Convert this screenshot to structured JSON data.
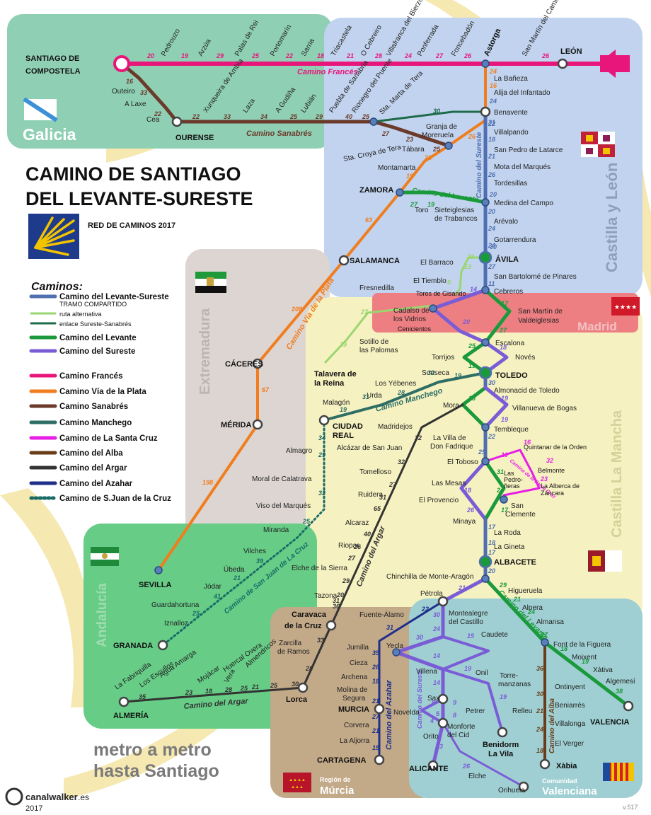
{
  "title": {
    "line1": "CAMINO DE SANTIAGO",
    "line2": "DEL LEVANTE-SURESTE",
    "subtitle": "RED DE CAMINOS 2017"
  },
  "slogan": {
    "line1": "metro  a  metro",
    "line2": "hasta Santiago"
  },
  "credits": {
    "brand": "canalwalker",
    "domain": ".es",
    "year": "2017",
    "version": "v.517"
  },
  "colors": {
    "levante_sureste": "#4f6fb0",
    "levante": "#1a9a3a",
    "sureste": "#7a5cd6",
    "alt": "#9ad66f",
    "enlace": "#1d6b48",
    "frances": "#e8157a",
    "plata": "#f07d1e",
    "sanabres": "#6b3a2a",
    "manchego": "#2d6e66",
    "santacruz": "#e61ee6",
    "alba": "#6a3d1a",
    "argar": "#333333",
    "azahar": "#1f2f8a",
    "sanjuan": "#1a6b66"
  },
  "regions": {
    "galicia": "Galicia",
    "castilla_leon": "Castilla y León",
    "extremadura": "Extremadura",
    "madrid": "Madrid",
    "castilla_mancha": "Castilla La Mancha",
    "andalucia": "Andalucía",
    "murcia_1": "Región de",
    "murcia_2": "Múrcia",
    "valenciana_1": "Comunidad",
    "valenciana_2": "Valenciana"
  },
  "legend": {
    "heading": "Caminos:",
    "items": [
      {
        "label": "Camino del Levante-Sureste",
        "sub": "TRAMO COMPARTIDO",
        "kind": "levante_sureste"
      },
      {
        "label": "ruta alternativa",
        "kind": "alt",
        "small": true
      },
      {
        "label": "enlace Sureste-Sanabrés",
        "kind": "enlace",
        "small": true
      },
      {
        "label": "Camino del Levante",
        "kind": "levante"
      },
      {
        "label": "Camino del Sureste",
        "kind": "sureste"
      },
      {
        "label": "Camino Francés",
        "kind": "frances"
      },
      {
        "label": "Camino Vía de la Plata",
        "kind": "plata"
      },
      {
        "label": "Camino Sanabrés",
        "kind": "sanabres"
      },
      {
        "label": "Camino Manchego",
        "kind": "manchego"
      },
      {
        "label": "Camino de La Santa Cruz",
        "kind": "santacruz"
      },
      {
        "label": "Camino del Alba",
        "kind": "alba"
      },
      {
        "label": "Camino del Argar",
        "kind": "argar"
      },
      {
        "label": "Camino del Azahar",
        "kind": "azahar"
      },
      {
        "label": "Camino de S.Juan de la Cruz",
        "kind": "sanjuan",
        "dotted": true
      }
    ]
  },
  "route_names": {
    "frances": "Camino Francés",
    "sanabres": "Camino Sanabrés",
    "plata": "Camino Vía de la Plata",
    "levante": "Camino del Levante",
    "levante2": "Camino del Levante",
    "sureste": "Camino del Sureste",
    "sureste2": "Camino del Sureste",
    "manchego": "Camino Manchego",
    "sanjuan": "Camino de San Juan de La Cruz",
    "argar": "Camino del Argar",
    "argar2": "Camino del Argar",
    "azahar": "Camino del Azahar",
    "alba": "Camino del Alba",
    "santacruz": "Camino de la Santa Cruz"
  },
  "places": {
    "santiago_1": "SANTIAGO DE",
    "santiago_2": "COMPOSTELA",
    "leon": "LEÓN",
    "astorga": "Astorga",
    "pedrouzo": "Pedrouzo",
    "arzua": "Arzúa",
    "palas": "Palas de Rei",
    "portomarin": "Portomarín",
    "sarria": "Sarria",
    "triacastela": "Triacastela",
    "cebreiro": "O Cebreiro",
    "villafranca": "Villafranca del Bierzo",
    "ponferrada": "Ponferrada",
    "foncebadon": "Foncebadón",
    "sanmartin_camino": "San Martín del Camino",
    "outeiro": "Outeiro",
    "alaxe": "A Laxe",
    "cea": "Cea",
    "ourense": "OURENSE",
    "xunqueira": "Xunqueira de Ambía",
    "laza": "Laza",
    "gudina": "A Gudiña",
    "lubian": "Lubián",
    "puebla": "Puebla de Sanabria",
    "rionegro": "Rionegro del Puente",
    "stamarta": "Sta. Marta de Tera",
    "granja": "Granja de",
    "granja2": "Moreruela",
    "stacroya": "Sta. Croya de Tera",
    "tabara": "Tábara",
    "montamarta": "Montamarta",
    "zamora": "ZAMORA",
    "toro": "Toro",
    "siete1": "Sieteiglesias",
    "siete2": "de Trabancos",
    "labaneza": "La Bañeza",
    "alija": "Alija del Infantado",
    "benavente": "Benavente",
    "villalpando": "Villalpando",
    "sanpedro": "San Pedro de Latarce",
    "mota": "Mota del Marqués",
    "tordesillas": "Tordesillas",
    "medina": "Medina del Campo",
    "arevalo": "Arévalo",
    "gotarrendura": "Gotarrendura",
    "avila": "ÁVILA",
    "sanbartolome": "San Bartolomé de Pinares",
    "cebreros": "Cebreros",
    "elbarraco": "El Barraco",
    "eltiemblo": "El Tiemblo",
    "toros": "Toros de Gisando",
    "salamanca": "SALAMANCA",
    "fresnedilla": "Fresnedilla",
    "cadalso1": "Cadalso de",
    "cadalso2": "los Vidrios",
    "cenicientos": "Cenicientos",
    "sanmartin_v1": "San Martín de",
    "sanmartin_v2": "Valdeiglesias",
    "sotillo1": "Sotillo de",
    "sotillo2": "las Palomas",
    "escalona": "Escalona",
    "noves": "Novés",
    "torrijos": "Torrijos",
    "caceres": "CÁCERES",
    "talavera1": "Talavera de",
    "talavera2": "la Reina",
    "toledo": "TOLEDO",
    "sonseca": "Sonseca",
    "yebenes": "Los Yébenes",
    "urda": "Urda",
    "malagon": "Malagón",
    "almonacid": "Almonacid de Toledo",
    "villanueva": "Villanueva de Bogas",
    "mora": "Mora",
    "merida": "MÉRIDA",
    "ciudadreal1": "CIUDAD",
    "ciudadreal2": "REAL",
    "madridejos": "Madridejos",
    "tembleque": "Tembleque",
    "villadf1": "La Villa de",
    "villadf2": "Don Fadrique",
    "quintanar": "Quintanar de la Orden",
    "almagro": "Almagro",
    "alcazar": "Alcázar de San Juan",
    "eltoboso": "El Toboso",
    "pedroneras1": "Las",
    "pedroneras2": "Pedro-",
    "pedroneras3": "ñeras",
    "belmonte": "Belmonte",
    "alberca1": "La Alberca de",
    "alberca2": "Záncara",
    "moral": "Moral de Calatrava",
    "tomelloso": "Tomelloso",
    "lasmesas": "Las Mesas",
    "ruidera": "Ruidera",
    "elprovencio": "El Provencio",
    "sanclemente1": "San",
    "sanclemente2": "Clemente",
    "viso": "Viso del Marqués",
    "minaya": "Minaya",
    "alcaraz": "Alcaraz",
    "laroda": "La Roda",
    "lagineta": "La Gineta",
    "riopar": "Riopar",
    "albacete": "ALBACETE",
    "miranda": "Miranda",
    "vilches": "Vilches",
    "ubeda": "Úbeda",
    "jodar": "Jódar",
    "guardahortuna": "Guardahortuna",
    "iznalloz": "Iznalloz",
    "granada": "GRANADA",
    "sevilla": "SEVILLA",
    "elche_sierra": "Elche de la Sierra",
    "chinchilla": "Chinchilla de Monte-Aragón",
    "higueruela": "Higueruela",
    "alpera": "Alpera",
    "almansa": "Almansa",
    "tazona": "Tazona",
    "petrola": "Pétrola",
    "fuentealamo": "Fuente-Álamo",
    "montealegre1": "Montealegre",
    "montealegre2": "del Castillo",
    "caudete": "Caudete",
    "caravaca1": "Caravaca",
    "caravaca2": "de la Cruz",
    "zarcilla1": "Zarcilla",
    "zarcilla2": "de Ramos",
    "lorca": "Lorca",
    "almeria": "ALMERÍA",
    "lafabriquilla": "La Fabriquilla",
    "losescullos": "Los Escullos",
    "aguaamarga": "Agua Amarga",
    "mojacar": "Mojácar",
    "vera": "Vera",
    "huercal": "Huercal Overa",
    "almendricos": "Almendricos",
    "jumilla": "Jumilla",
    "cieza": "Cieza",
    "archena": "Archena",
    "molina1": "Molina de",
    "molina2": "Segura",
    "murcia": "MURCIA",
    "corvera": "Corvera",
    "lajoya": "La Aljorra",
    "cartagena": "CARTAGENA",
    "yecla": "Yecla",
    "villena": "Villena",
    "onil": "Onil",
    "torremanzanas1": "Torre-",
    "torremanzanas2": "manzanas",
    "sax": "Sax",
    "petrer": "Petrer",
    "relleu": "Relleu",
    "novelda": "Novelda",
    "monforte1": "Monforte",
    "monforte2": "del Cid",
    "orito": "Orito",
    "benidorm1": "Benidorm",
    "benidorm2": "La Vila",
    "alicante": "ALICANTE",
    "elche": "Elche",
    "orihuela": "Orihuela",
    "fontfiguera": "Font de la Figuera",
    "moixent": "Moixent",
    "xativa": "Xàtiva",
    "algemesi": "Algemesí",
    "ontinyent": "Ontinyent",
    "beniarres": "Beniarrés",
    "villalonga": "Villalonga",
    "elverger": "El Verger",
    "xabia": "Xàbia",
    "valencia": "VALENCIA"
  },
  "km": {
    "f1": "20",
    "f2": "19",
    "f3": "29",
    "f4": "25",
    "f5": "22",
    "f6": "18",
    "f7": "21",
    "f8": "28",
    "f9": "24",
    "f10": "27",
    "f11": "26",
    "f12": "26",
    "s1": "16",
    "s2": "33",
    "s3": "22",
    "s4": "22",
    "s5": "33",
    "s6": "34",
    "s7": "25",
    "s8": "29",
    "s9": "40",
    "s10": "25",
    "s11": "27",
    "s12": "23",
    "s13": "25",
    "s14": "30",
    "p1": "24",
    "p2": "16",
    "p3": "26",
    "p4": "23",
    "p5": "19",
    "p6": "63",
    "p7": "208",
    "p8": "67",
    "p9": "198",
    "l1": "24",
    "l2": "22",
    "l3": "31",
    "l4": "18",
    "l5": "21",
    "l6": "26",
    "l7": "20",
    "l8": "20",
    "l9": "24",
    "l10": "30",
    "l11": "24",
    "l12": "27",
    "l13": "11",
    "l14": "27",
    "l15": "19",
    "l16": "14",
    "l17": "17",
    "l18": "20",
    "l19": "27",
    "l20": "25",
    "l21": "18",
    "l22": "19",
    "l23": "30",
    "l24": "19",
    "l25": "15",
    "l26": "19",
    "l27": "22",
    "l28": "25",
    "l29": "31",
    "l30": "18",
    "l31": "24",
    "l32": "17",
    "l33": "26",
    "l34": "17",
    "l35": "18",
    "l36": "17",
    "l37": "21",
    "l38": "20",
    "l39": "29",
    "l40": "21",
    "l41": "24",
    "l42": "27",
    "l43": "18",
    "l44": "19",
    "l45": "38",
    "a1": "23",
    "a2": "13",
    "a3": "6",
    "a4": "27",
    "a5": "19",
    "a6": "16",
    "a7": "32",
    "a8": "23",
    "a9": "10",
    "m1": "19",
    "m2": "28",
    "m3": "19",
    "m4": "32",
    "m5": "31",
    "g1": "32",
    "g2": "32",
    "g3": "27",
    "g4": "31",
    "g5": "65",
    "g6": "40",
    "g7": "26",
    "g8": "27",
    "g9": "29",
    "g10": "20",
    "g11": "36",
    "g12": "31",
    "g13": "33",
    "g14": "28",
    "g15": "30",
    "g16": "25",
    "g17": "21",
    "g18": "28",
    "g19": "23",
    "g20": "35",
    "g21": "18",
    "g22": "25",
    "j1": "34",
    "j2": "29",
    "j3": "33",
    "j4": "25",
    "j5": "39",
    "j6": "21",
    "j7": "41",
    "j8": "25",
    "z1": "22",
    "z2": "31",
    "z3": "35",
    "z4": "28",
    "z5": "18",
    "z6": "21",
    "z7": "27",
    "z8": "21",
    "z9": "15",
    "e1": "30",
    "e2": "24",
    "e3": "30",
    "e4": "15",
    "e5": "14",
    "e6": "19",
    "e7": "14",
    "e8": "19",
    "e9": "9",
    "e10": "8",
    "e11": "5",
    "e12": "4",
    "e13": "8",
    "e14": "23",
    "e15": "26",
    "b1": "36",
    "b2": "30",
    "b3": "21",
    "b4": "24",
    "b5": "18"
  }
}
